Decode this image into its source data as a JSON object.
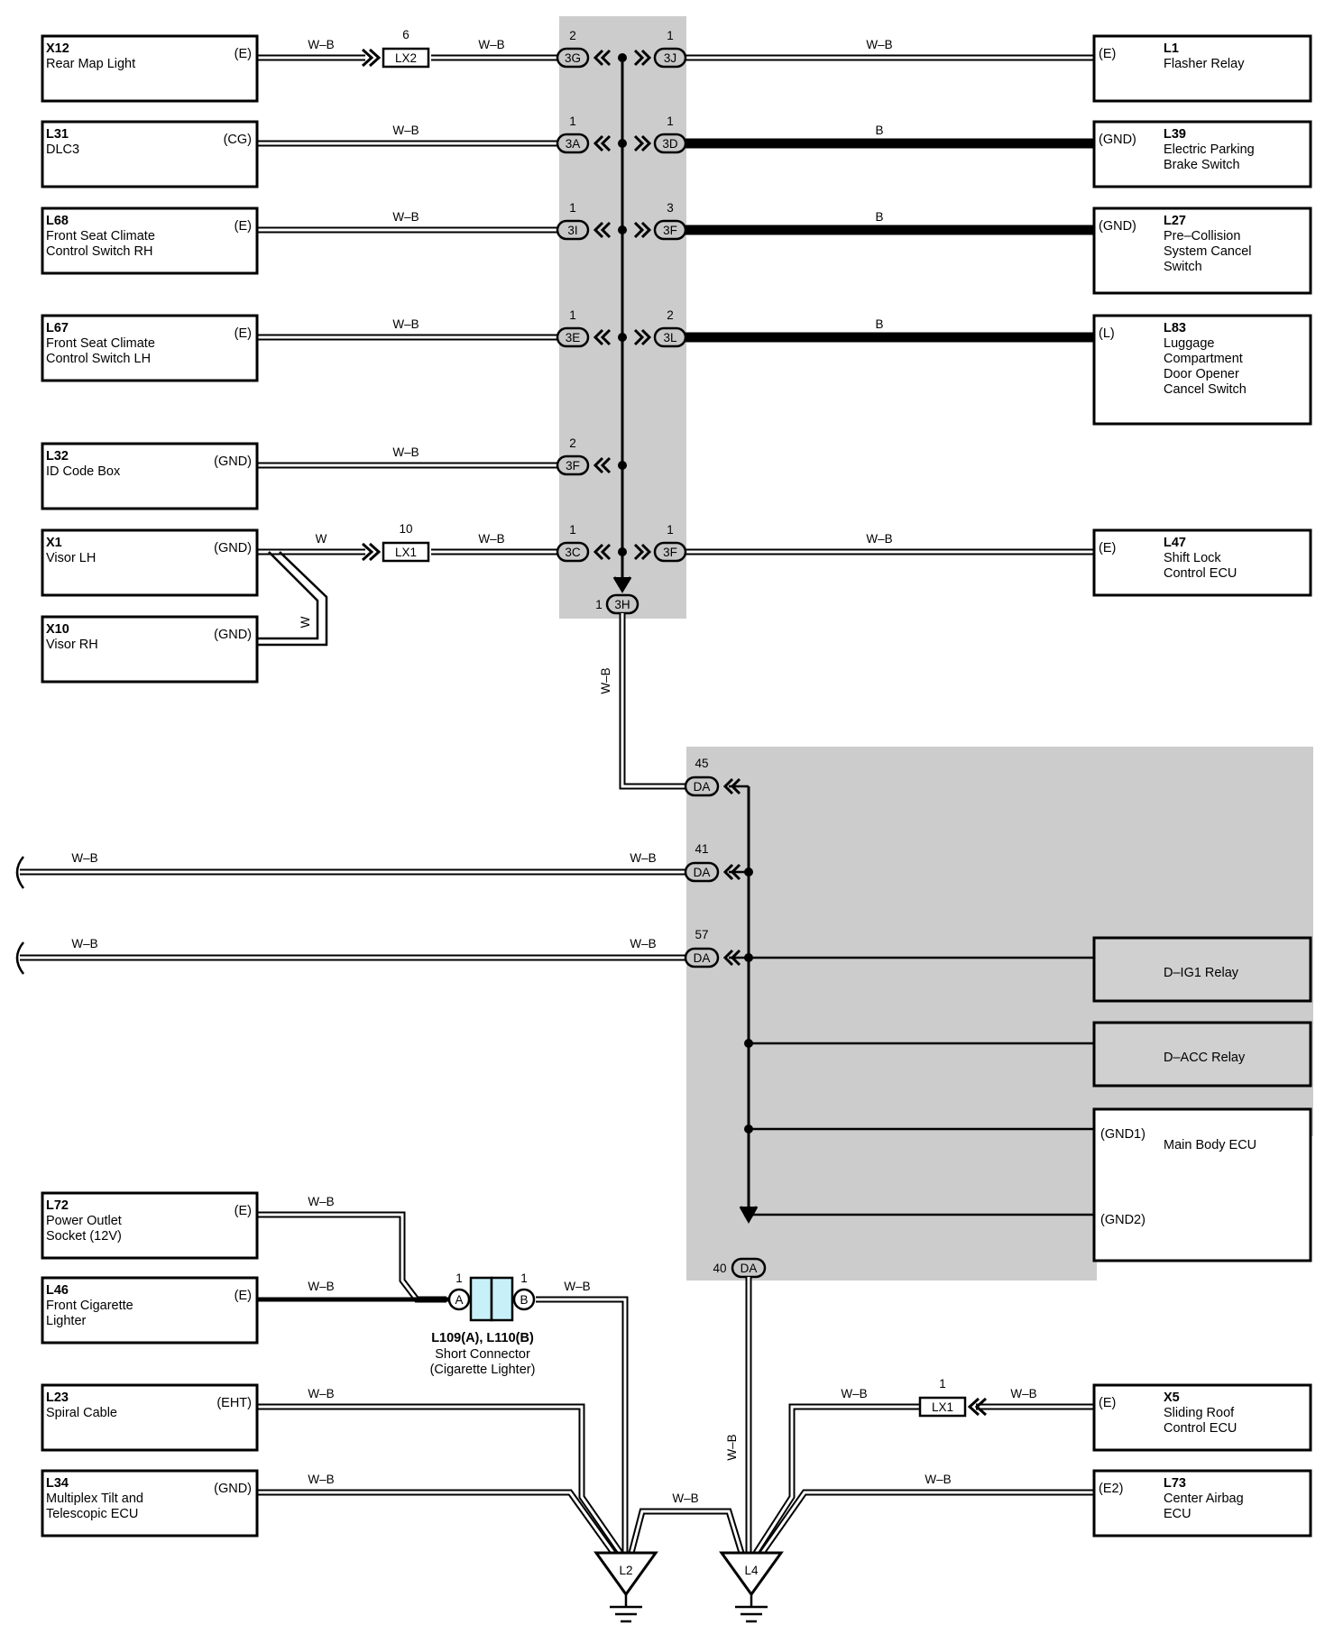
{
  "left_components": [
    {
      "id": "X12",
      "name": "Rear Map Light",
      "pin": "(E)"
    },
    {
      "id": "L31",
      "name": "DLC3",
      "pin": "(CG)"
    },
    {
      "id": "L68",
      "name": "Front Seat Climate\nControl Switch RH",
      "pin": "(E)"
    },
    {
      "id": "L67",
      "name": "Front Seat Climate\nControl Switch LH",
      "pin": "(E)"
    },
    {
      "id": "L32",
      "name": "ID Code Box",
      "pin": "(GND)"
    },
    {
      "id": "X1",
      "name": "Visor LH",
      "pin": "(GND)"
    },
    {
      "id": "X10",
      "name": "Visor RH",
      "pin": "(GND)"
    },
    {
      "id": "L72",
      "name": "Power Outlet\nSocket (12V)",
      "pin": "(E)"
    },
    {
      "id": "L46",
      "name": "Front Cigarette\nLighter",
      "pin": "(E)"
    },
    {
      "id": "L23",
      "name": "Spiral Cable",
      "pin": "(EHT)"
    },
    {
      "id": "L34",
      "name": "Multiplex Tilt and\nTelescopic ECU",
      "pin": "(GND)"
    }
  ],
  "right_components": [
    {
      "id": "L1",
      "name": "Flasher Relay",
      "pin": "(E)"
    },
    {
      "id": "L39",
      "name": "Electric Parking\nBrake Switch",
      "pin": "(GND)"
    },
    {
      "id": "L27",
      "name": "Pre–Collision\nSystem Cancel\nSwitch",
      "pin": "(GND)"
    },
    {
      "id": "L83",
      "name": "Luggage\nCompartment\nDoor Opener\nCancel Switch",
      "pin": "(L)"
    },
    {
      "id": "L47",
      "name": "Shift Lock\nControl ECU",
      "pin": "(E)"
    },
    {
      "id": "X5",
      "name": "Sliding Roof\nControl ECU",
      "pin": "(E)"
    },
    {
      "id": "L73",
      "name": "Center Airbag\nECU",
      "pin": "(E2)"
    }
  ],
  "relay_boxes": [
    {
      "label": "D–IG1 Relay"
    },
    {
      "label": "D–ACC Relay"
    },
    {
      "label": "Main Body ECU",
      "pins": [
        "(GND1)",
        "(GND2)"
      ]
    }
  ],
  "wire_colors": {
    "wb": "W–B",
    "b": "B",
    "w": "W"
  },
  "junction_block_connectors": [
    {
      "code": "3G",
      "pin": "2"
    },
    {
      "code": "3J",
      "pin": "1"
    },
    {
      "code": "3A",
      "pin": "1"
    },
    {
      "code": "3D",
      "pin": "1"
    },
    {
      "code": "3I",
      "pin": "1"
    },
    {
      "code": "3F",
      "pin": "3"
    },
    {
      "code": "3E",
      "pin": "1"
    },
    {
      "code": "3L",
      "pin": "2"
    },
    {
      "code": "3F",
      "pin": "2"
    },
    {
      "code": "3C",
      "pin": "1"
    },
    {
      "code": "3F",
      "pin": "1"
    },
    {
      "code": "3H",
      "pin": "1"
    }
  ],
  "ecu_connectors": [
    {
      "code": "DA",
      "pin": "45"
    },
    {
      "code": "DA",
      "pin": "41"
    },
    {
      "code": "DA",
      "pin": "57"
    },
    {
      "code": "DA",
      "pin": "40"
    }
  ],
  "inline_connectors": [
    {
      "code": "LX2",
      "pin": "6"
    },
    {
      "code": "LX1",
      "pin": "10"
    },
    {
      "code": "LX1",
      "pin": "1"
    }
  ],
  "short_connector": {
    "title": "L109(A), L110(B)",
    "name": "Short Connector\n(Cigarette Lighter)",
    "pin_a": "A",
    "pin_b": "B",
    "pin_a_num": "1",
    "pin_b_num": "1"
  },
  "grounds": [
    {
      "label": "L2"
    },
    {
      "label": "L4"
    }
  ]
}
